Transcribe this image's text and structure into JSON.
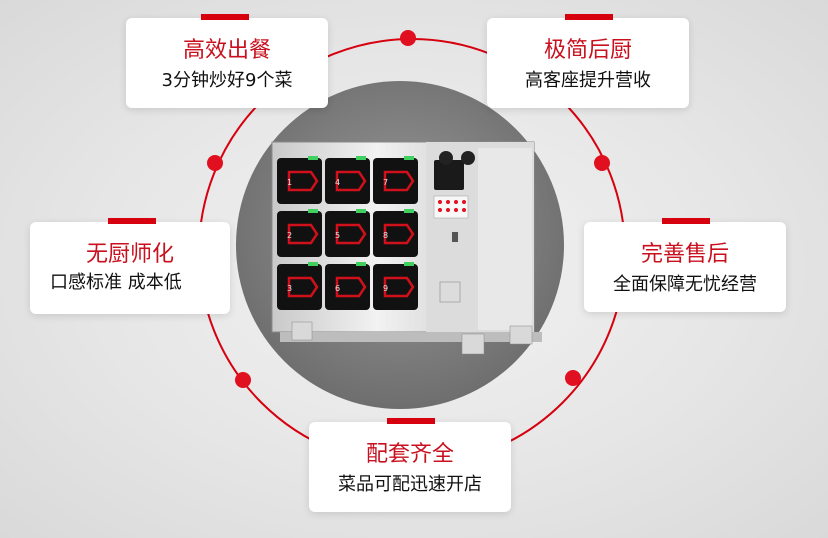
{
  "features": [
    {
      "id": "top-left",
      "title": "高效出餐",
      "subtitle": "3分钟炒好9个菜"
    },
    {
      "id": "top-right",
      "title": "极简后厨",
      "subtitle": "高客座提升营收"
    },
    {
      "id": "mid-left",
      "title": "无厨师化",
      "subtitle": "口感标准 成本低"
    },
    {
      "id": "mid-right",
      "title": "完善售后",
      "subtitle": "全面保障无忧经营"
    },
    {
      "id": "bottom",
      "title": "配套齐全",
      "subtitle": "菜品可配迅速开店"
    }
  ],
  "machine": {
    "compartment_numbers": [
      "1",
      "4",
      "7",
      "2",
      "5",
      "8",
      "3",
      "6",
      "9"
    ]
  },
  "colors": {
    "accent": "#d7000f",
    "circle": "#e01020",
    "title_text": "#c8101e",
    "compartment": "#111111",
    "compartment_trim": "#d0101a",
    "status_green": "#40d060"
  }
}
